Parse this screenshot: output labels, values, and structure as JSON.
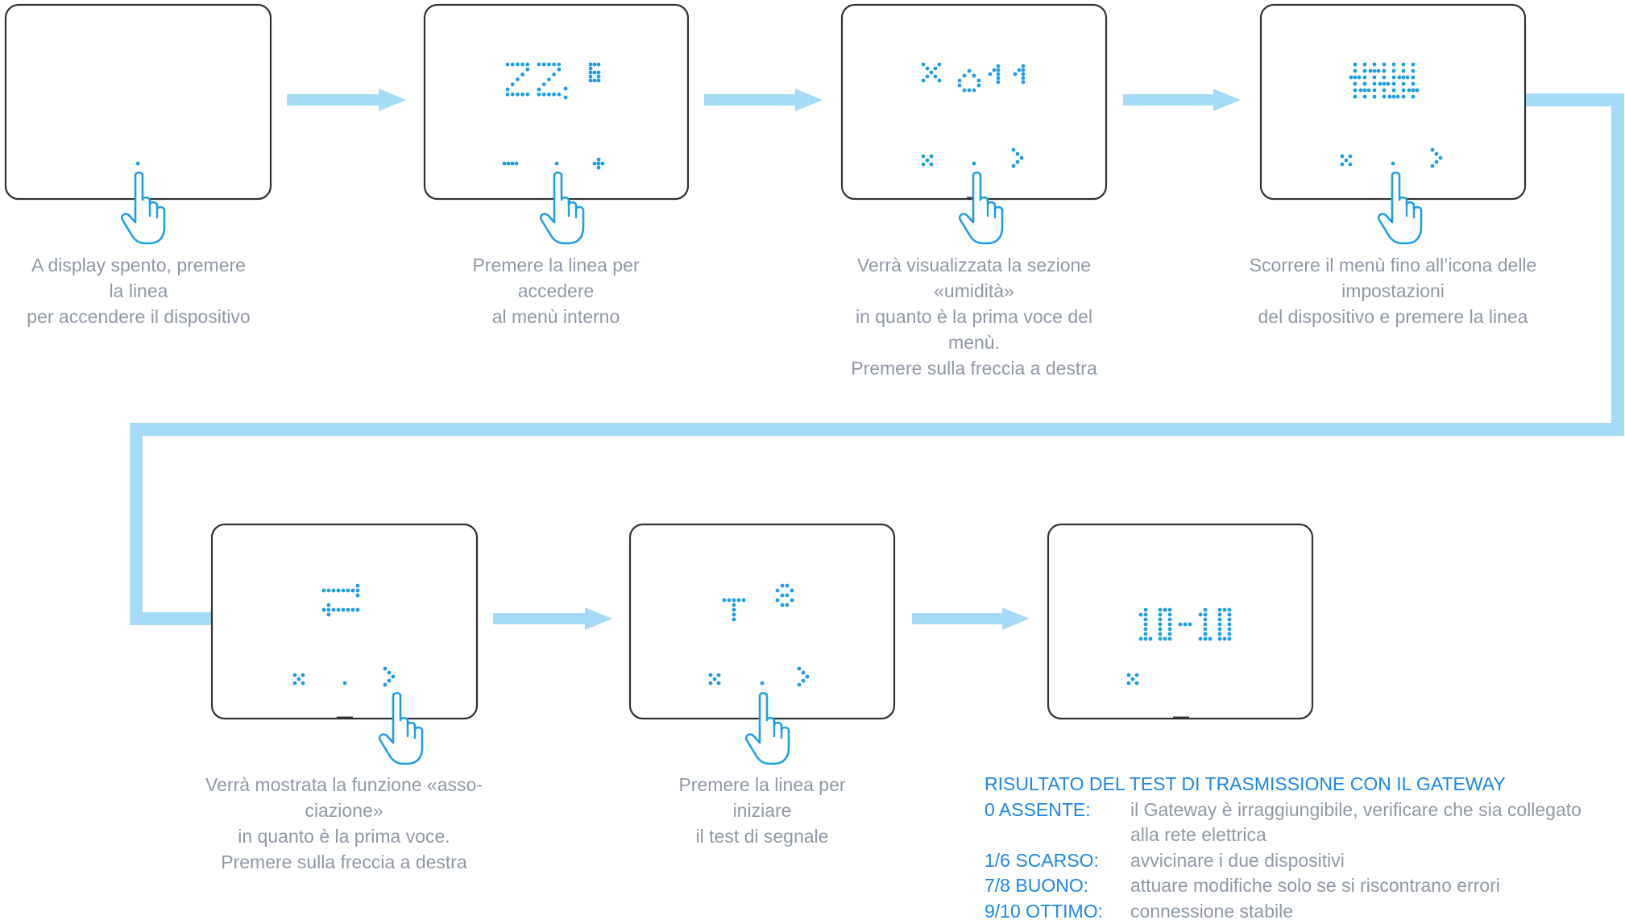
{
  "colors": {
    "connector": "#a5dbf7",
    "led": "#1ea0e6",
    "device_border": "#333333",
    "caption_text": "#8f99a6",
    "accent_text": "#1e88e5"
  },
  "steps": [
    {
      "screen": "off",
      "lines": [
        "A display spento, premere",
        "la linea",
        "per accendere il dispositivo"
      ]
    },
    {
      "screen": "clock",
      "display_text": "22:6",
      "lines": [
        "Premere la linea per",
        "accedere",
        "al menù interno"
      ]
    },
    {
      "screen": "humidity",
      "lines": [
        "Verrà visualizzata la sezione",
        "«umidità»",
        "in quanto è la prima voce del",
        "menù.",
        "Premere sulla freccia a destra"
      ]
    },
    {
      "screen": "settings",
      "lines": [
        "Scorrere il menù fino all’icona delle",
        "impostazioni",
        "del dispositivo e premere la linea"
      ]
    },
    {
      "screen": "association",
      "lines": [
        "Verrà mostrata la funzione «asso-",
        "ciazione»",
        "in quanto è la prima voce.",
        "Premere sulla freccia a destra"
      ]
    },
    {
      "screen": "signal",
      "lines": [
        "Premere la linea per",
        "iniziare",
        "il test di segnale"
      ]
    },
    {
      "screen": "result",
      "display_text": "10-10"
    }
  ],
  "result": {
    "title": "RISULTATO DEL TEST DI TRASMISSIONE CON IL GATEWAY",
    "rows": [
      {
        "label": "0 ASSENTE:",
        "lines": [
          "il Gateway è irraggiungibile, verificare che sia collegato",
          "alla rete elettrica"
        ]
      },
      {
        "label": "1/6 SCARSO:",
        "lines": [
          "avvicinare i due dispositivi"
        ]
      },
      {
        "label": "7/8 BUONO:",
        "lines": [
          "attuare modifiche solo se si riscontrano errori"
        ]
      },
      {
        "label": "9/10 OTTIMO:",
        "lines": [
          "connessione stabile"
        ]
      }
    ]
  }
}
